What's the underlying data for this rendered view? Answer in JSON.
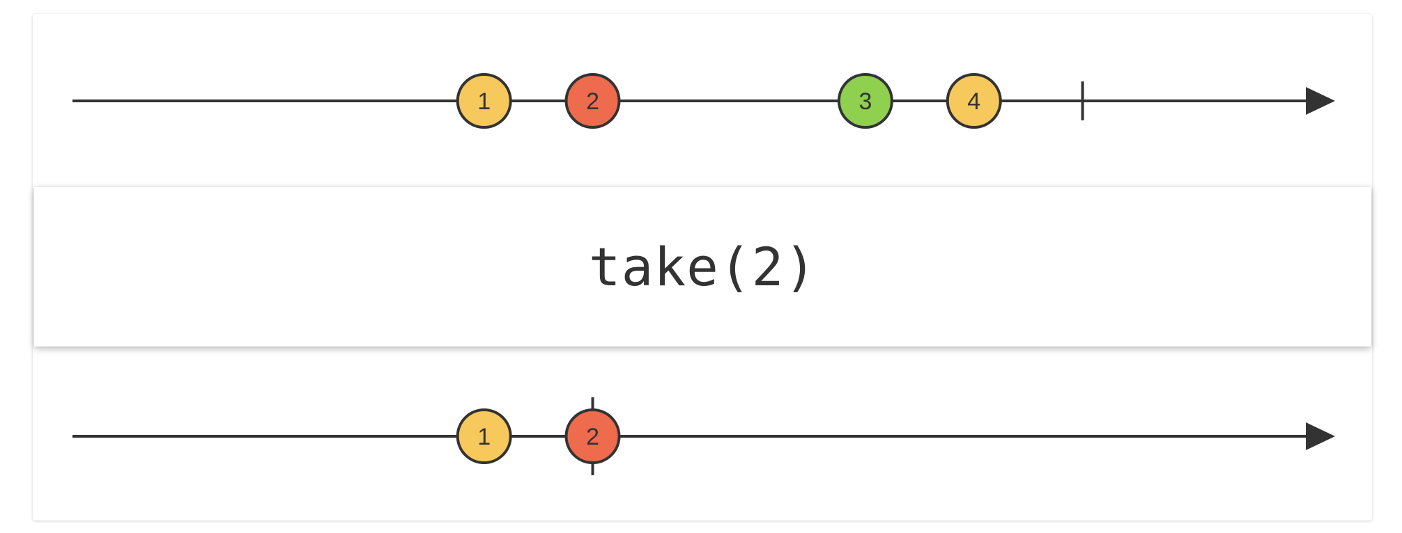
{
  "operator": {
    "label": "take(2)"
  },
  "colors": {
    "line": "#333333",
    "yellow": "#F7C85B",
    "red": "#EE6B4D",
    "green": "#8FD14F"
  },
  "input": {
    "marbles": [
      {
        "label": "1",
        "time": 0.326,
        "color": "yellow"
      },
      {
        "label": "2",
        "time": 0.412,
        "color": "red"
      },
      {
        "label": "3",
        "time": 0.628,
        "color": "green"
      },
      {
        "label": "4",
        "time": 0.714,
        "color": "yellow"
      }
    ],
    "completion": 0.8
  },
  "output": {
    "marbles": [
      {
        "label": "1",
        "time": 0.326,
        "color": "yellow"
      },
      {
        "label": "2",
        "time": 0.412,
        "color": "red"
      }
    ],
    "completion": 0.412
  }
}
